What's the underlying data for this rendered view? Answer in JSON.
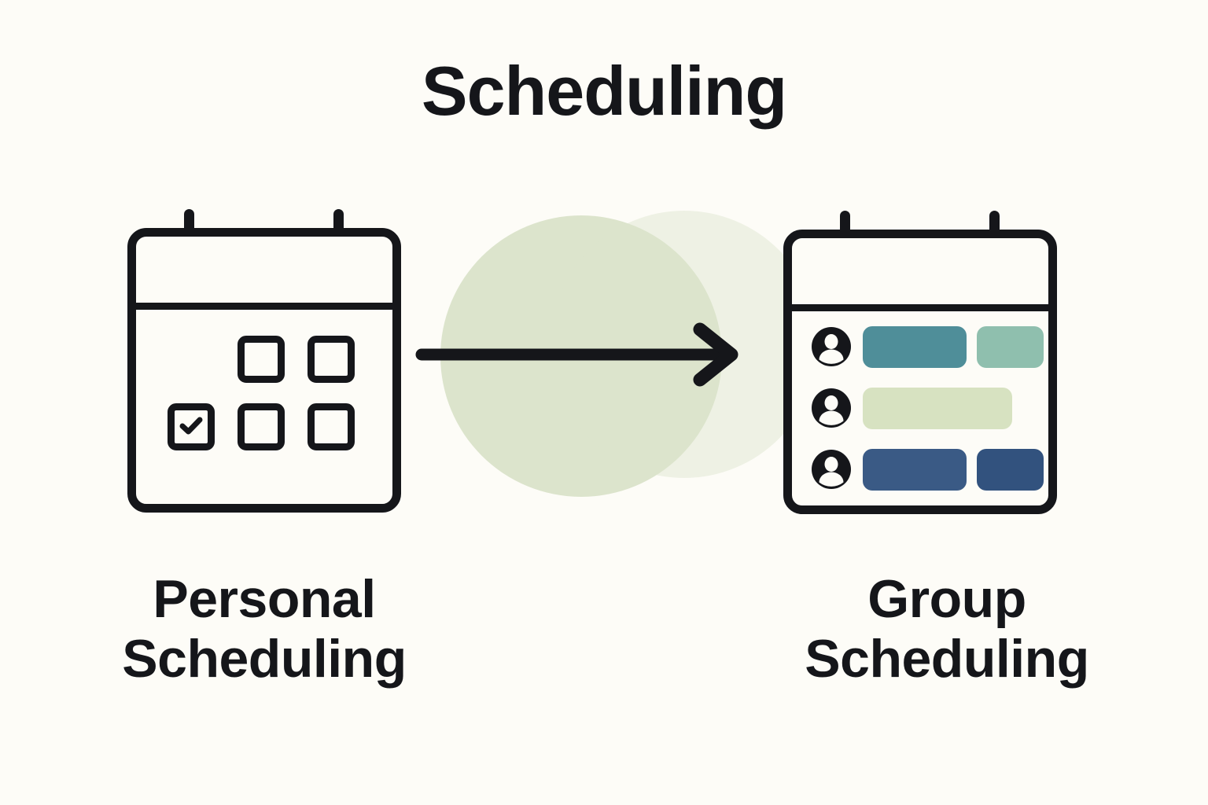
{
  "page": {
    "title": "Scheduling",
    "background_color": "#FDFCF7",
    "text_color": "#15161A"
  },
  "flow": {
    "arrow_icon": "right-arrow-icon",
    "arrow_color": "#15161A",
    "accent_blob_color": "#DCE4CC"
  },
  "left_panel": {
    "caption_line1": "Personal",
    "caption_line2": "Scheduling",
    "calendar": {
      "icon": "calendar-icon",
      "ring_count": 2,
      "day_cells": [
        {
          "id": "r1c1",
          "state": "hidden",
          "checked": false
        },
        {
          "id": "r1c2",
          "state": "outlined",
          "checked": false
        },
        {
          "id": "r1c3",
          "state": "outlined",
          "checked": false
        },
        {
          "id": "r2c1",
          "state": "outlined",
          "checked": true
        },
        {
          "id": "r2c2",
          "state": "outlined",
          "checked": false
        },
        {
          "id": "r2c3",
          "state": "outlined",
          "checked": false
        }
      ]
    }
  },
  "right_panel": {
    "caption_line1": "Group",
    "caption_line2": "Scheduling",
    "calendar": {
      "icon": "calendar-icon",
      "ring_count": 2,
      "rows": [
        {
          "avatar_icon": "person-avatar-icon",
          "events": [
            {
              "width": "lg",
              "color": "#4F8E99"
            },
            {
              "width": "md",
              "color": "#8FBFAE"
            }
          ]
        },
        {
          "avatar_icon": "person-avatar-icon",
          "events": [
            {
              "width": "xl",
              "color": "#D7E2C1"
            }
          ]
        },
        {
          "avatar_icon": "person-avatar-icon",
          "events": [
            {
              "width": "lg",
              "color": "#3A5A85"
            },
            {
              "width": "md",
              "color": "#32527E"
            }
          ]
        }
      ]
    }
  }
}
